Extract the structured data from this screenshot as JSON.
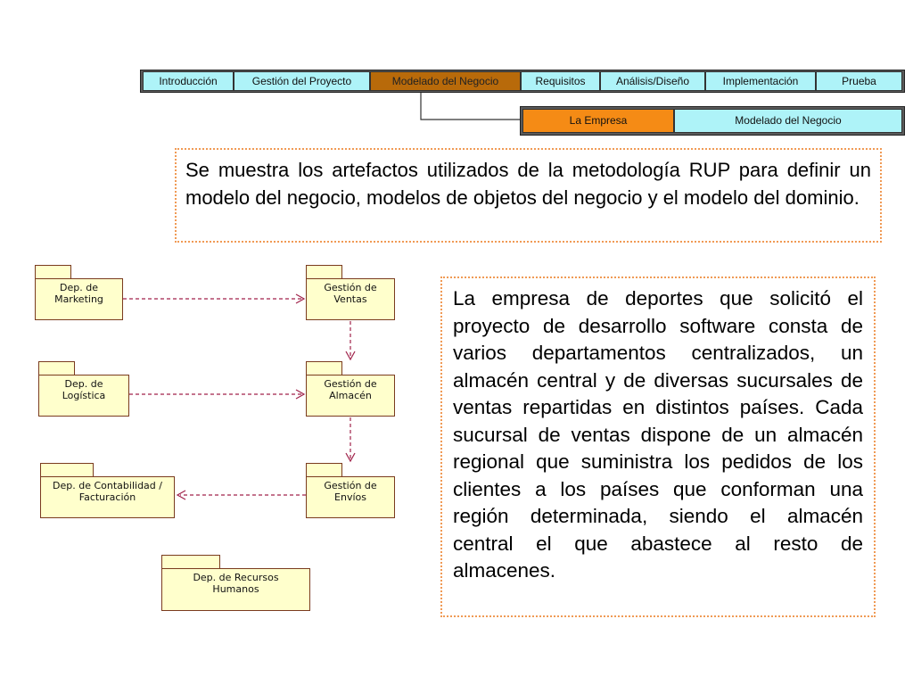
{
  "nav": {
    "tabs": [
      {
        "label": "Introducción"
      },
      {
        "label": "Gestión del Proyecto"
      },
      {
        "label": "Modelado del Negocio"
      },
      {
        "label": "Requisitos"
      },
      {
        "label": "Análisis/Diseño"
      },
      {
        "label": "Implementación"
      },
      {
        "label": "Prueba"
      }
    ],
    "active_tab": "Modelado del Negocio",
    "sub_tabs": [
      {
        "label": "La Empresa"
      },
      {
        "label": "Modelado del Negocio"
      }
    ],
    "active_sub_tab": "La Empresa",
    "colors": {
      "tab": "#aef3f8",
      "active_tab": "#b86a0a",
      "active_sub_tab": "#f58b15",
      "bar": "#5a5a5a"
    }
  },
  "intro_text": "Se muestra los artefactos utilizados de la metodología RUP para definir un modelo del negocio, modelos de objetos del negocio y el modelo del dominio.",
  "description_text": "La empresa de deportes que solicitó el proyecto de desarrollo software consta de varios departamentos centralizados, un almacén central y de diversas sucursales de ventas repartidas en distintos países. Cada sucursal de ventas dispone de un almacén regional que suministra los pedidos de los clientes a los países que conforman una región determinada, siendo el almacén central el que abastece al resto de almacenes.",
  "diagram": {
    "packages": {
      "marketing": [
        "Dep. de",
        "Marketing"
      ],
      "logistica": [
        "Dep. de",
        "Logística"
      ],
      "contabilidad": [
        "Dep. de Contabilidad /",
        "Facturación"
      ],
      "rrhh": [
        "Dep. de Recursos",
        "Humanos"
      ],
      "ventas": [
        "Gestión de",
        "Ventas"
      ],
      "almacen": [
        "Gestión de",
        "Almacén"
      ],
      "envios": [
        "Gestión de",
        "Envíos"
      ]
    },
    "colors": {
      "package_fill": "#ffffcc",
      "package_border": "#7a3b1f",
      "dependency": "#a0224a"
    }
  }
}
